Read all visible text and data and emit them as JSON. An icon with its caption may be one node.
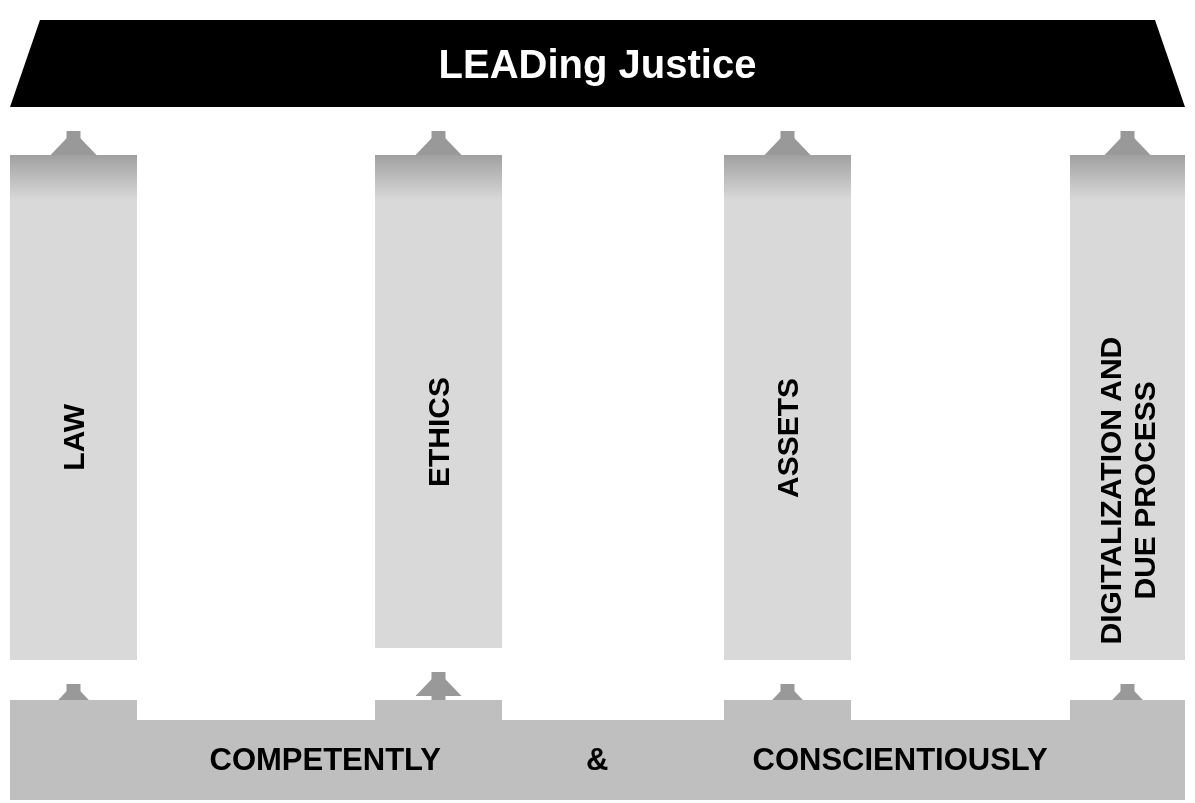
{
  "diagram": {
    "nodes": [
      {
        "text": [
          "LEADing Justice"
        ]
      },
      {
        "text": [
          "LAW"
        ]
      },
      {
        "text": [
          "ETHICS"
        ]
      },
      {
        "text": [
          "ASSETS"
        ]
      },
      {
        "text": [
          "DIGITALIZATION AND DUE PROCESS"
        ]
      },
      {
        "text": [
          "COMPETENTLY",
          "&",
          "CONSCIENTIOUSLY"
        ]
      }
    ],
    "edges": [
      {
        "from": 5,
        "to": 1,
        "arrow": "to"
      },
      {
        "from": 5,
        "to": 2,
        "arrow": "to"
      },
      {
        "from": 5,
        "to": 3,
        "arrow": "to"
      },
      {
        "from": 5,
        "to": 4,
        "arrow": "to"
      },
      {
        "from": 1,
        "to": 0,
        "arrow": "to"
      },
      {
        "from": 2,
        "to": 0,
        "arrow": "to"
      },
      {
        "from": 3,
        "to": 0,
        "arrow": "to"
      },
      {
        "from": 4,
        "to": 0,
        "arrow": "to"
      }
    ]
  }
}
